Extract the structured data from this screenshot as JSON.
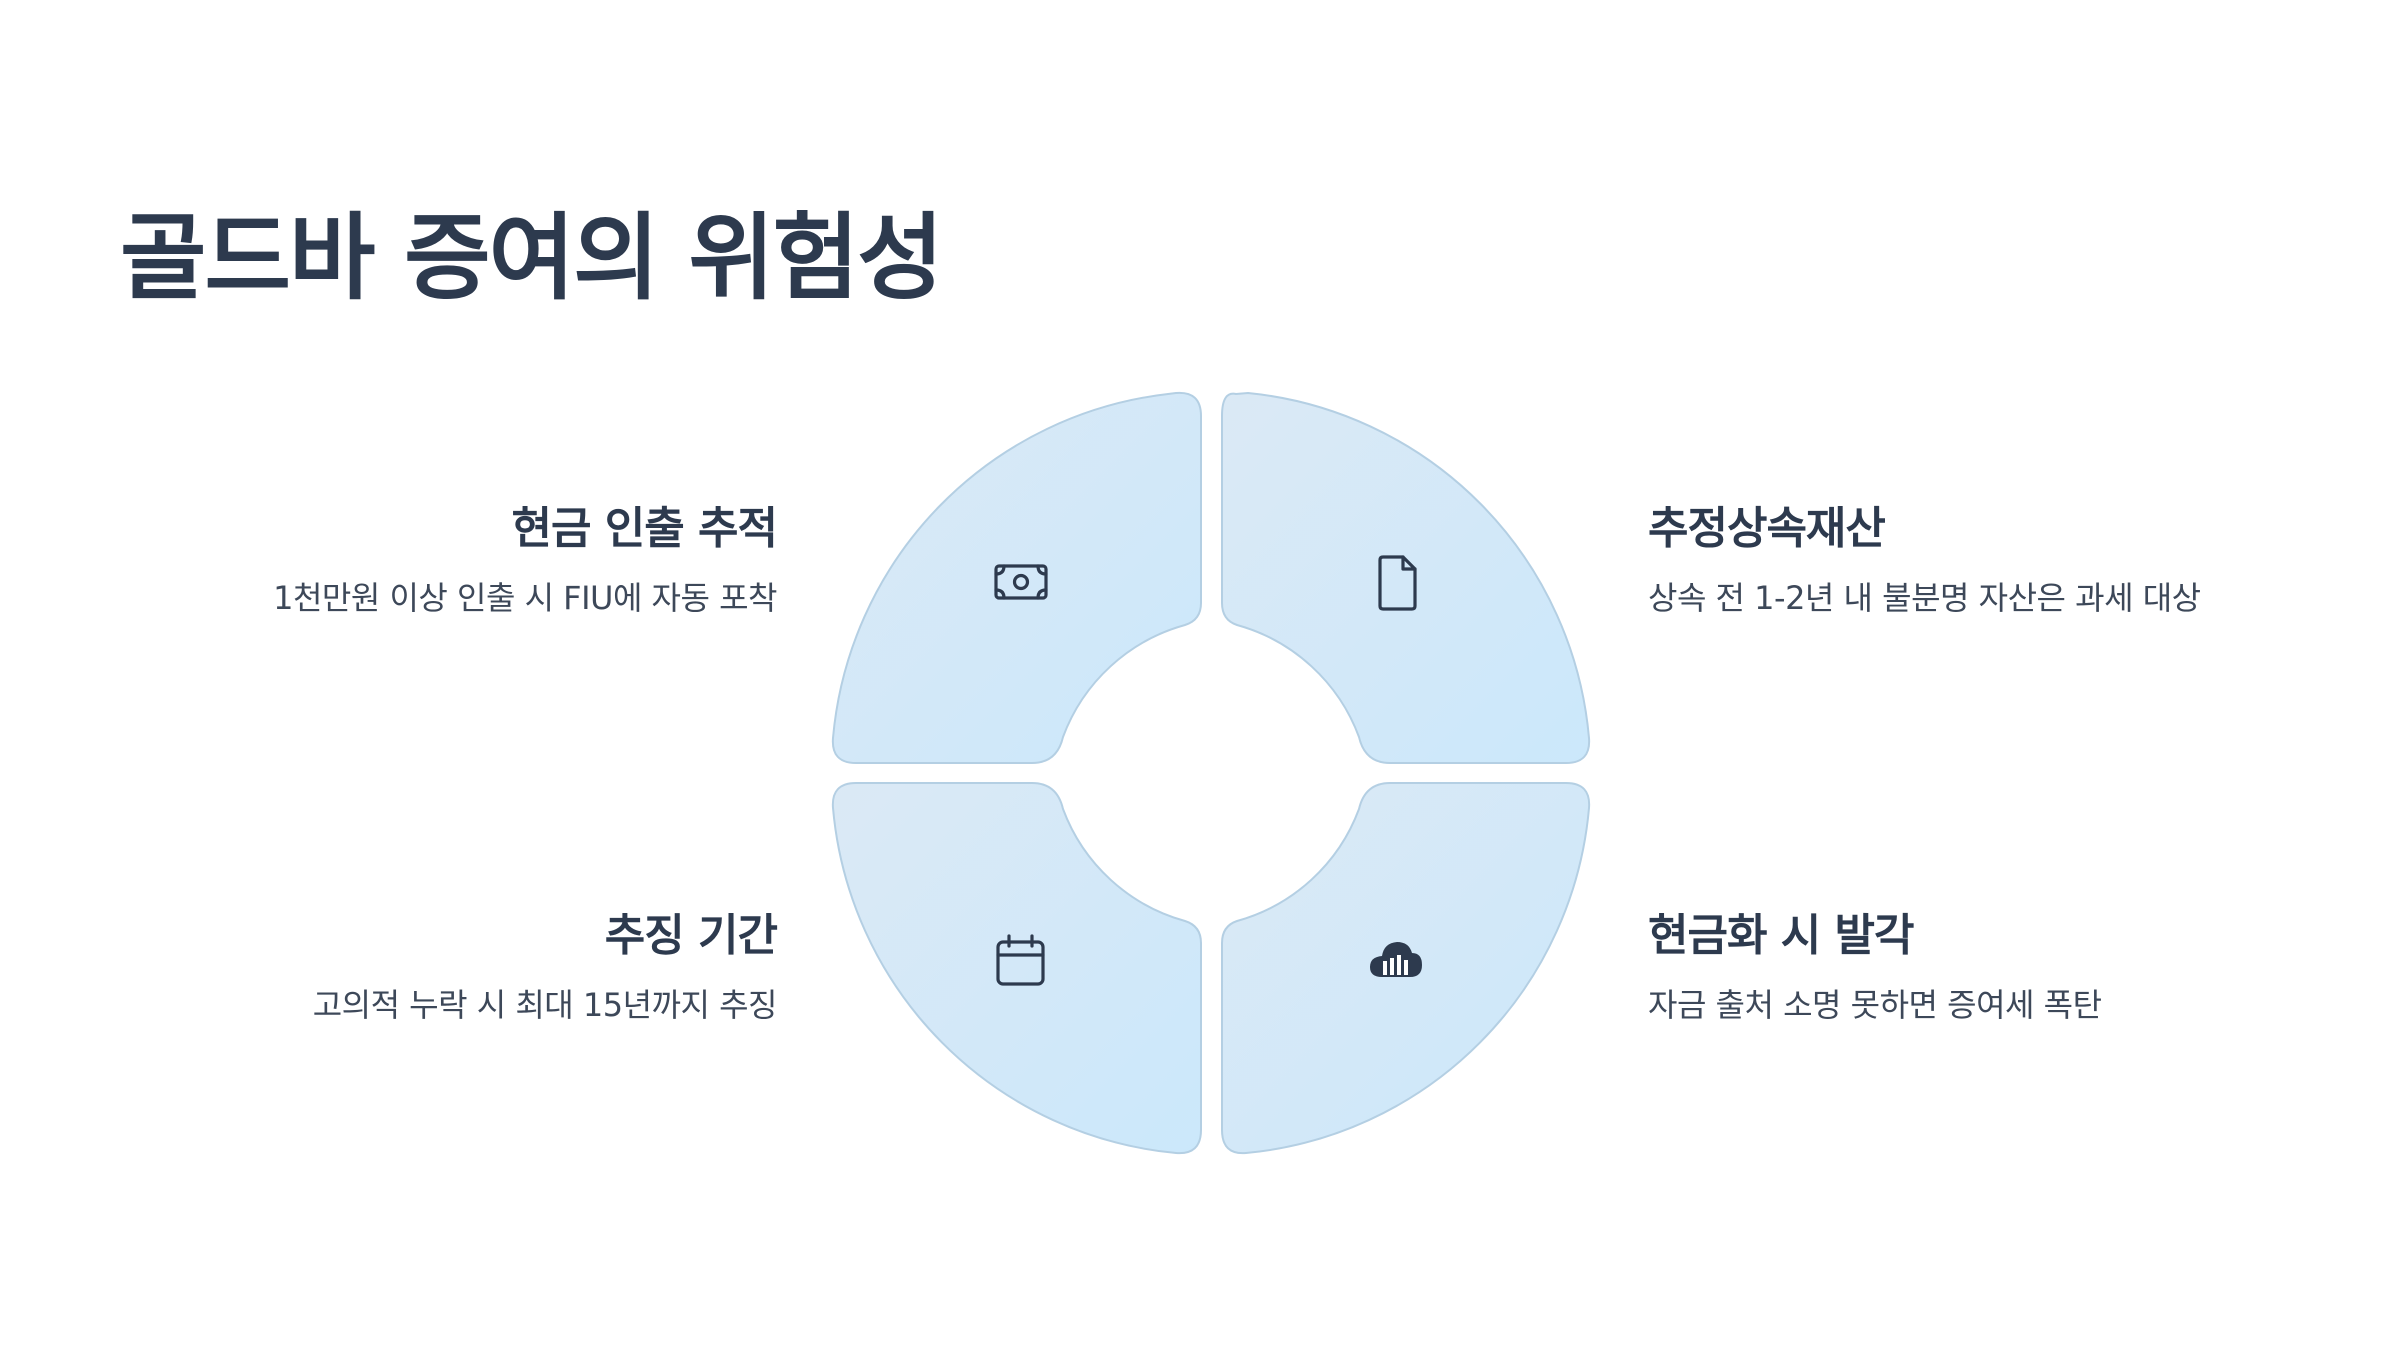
{
  "title": "골드바 증여의 위험성",
  "quadrants": [
    {
      "position": "top-left",
      "heading": "현금 인출 추적",
      "description": "1천만원 이상 인출 시 FIU에 자동 포착",
      "icon": "money-bill-icon"
    },
    {
      "position": "top-right",
      "heading": "추정상속재산",
      "description": "상속 전 1-2년 내 불분명 자산은 과세 대상",
      "icon": "document-icon"
    },
    {
      "position": "bottom-left",
      "heading": "추징 기간",
      "description": "고의적 누락 시 최대 15년까지 추징",
      "icon": "calendar-icon"
    },
    {
      "position": "bottom-right",
      "heading": "현금화 시 발각",
      "description": "자금 출처 소명 못하면 증여세 폭탄",
      "icon": "cloud-chart-icon"
    }
  ],
  "colors": {
    "text": "#2d3a4e",
    "segment_fill_light": "#dbe9f5",
    "segment_fill_dark": "#cbe8fb",
    "segment_stroke": "#b4cfe3",
    "icon": "#2d3a4e"
  }
}
